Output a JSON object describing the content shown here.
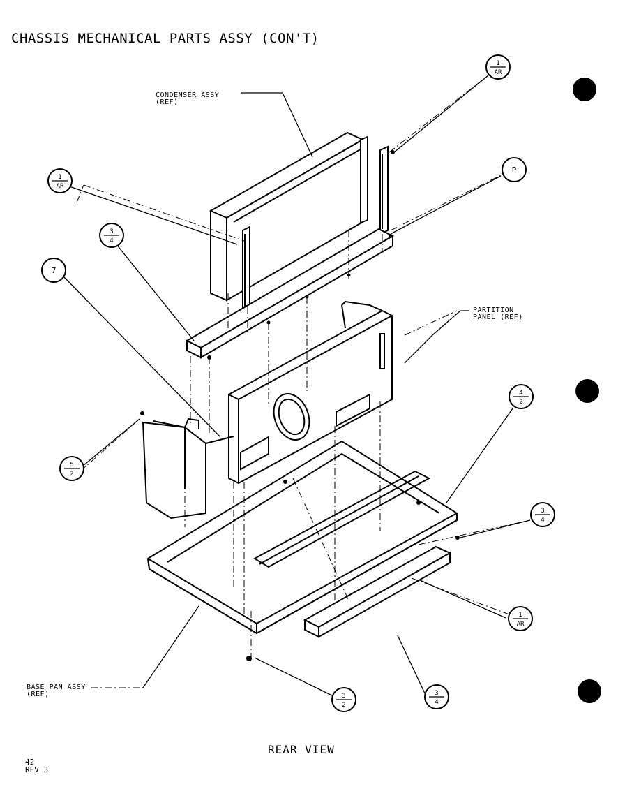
{
  "title": "CHASSIS MECHANICAL PARTS ASSY (CON'T)",
  "labels": {
    "condenser": "CONDENSER ASSY\n(REF)",
    "partition": "PARTITION\nPANEL (REF)",
    "basepan": "BASE PAN ASSY\n(REF)"
  },
  "view_caption": "REAR VIEW",
  "page": {
    "number": "42",
    "revision": "REV 3"
  },
  "callouts": [
    {
      "id": "c1",
      "top": "1",
      "bottom": "AR"
    },
    {
      "id": "c2",
      "top": "1",
      "bottom": "AR"
    },
    {
      "id": "c3",
      "top": "P",
      "bottom": ""
    },
    {
      "id": "c4",
      "top": "3",
      "bottom": "4"
    },
    {
      "id": "c5",
      "top": "7",
      "bottom": ""
    },
    {
      "id": "c6",
      "top": "4",
      "bottom": "2"
    },
    {
      "id": "c7",
      "top": "5",
      "bottom": "2"
    },
    {
      "id": "c8",
      "top": "3",
      "bottom": "4"
    },
    {
      "id": "c9",
      "top": "1",
      "bottom": "AR"
    },
    {
      "id": "c10",
      "top": "3",
      "bottom": "2"
    },
    {
      "id": "c11",
      "top": "3",
      "bottom": "4"
    }
  ]
}
